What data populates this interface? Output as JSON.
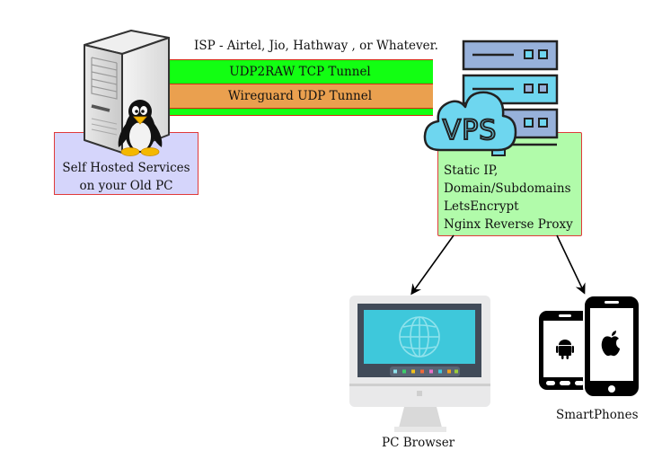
{
  "diagram": {
    "isp_label": "ISP - Airtel, Jio, Hathway , or Whatever.",
    "tunnels": [
      {
        "label": "UDP2RAW TCP Tunnel",
        "color": "#12ff12"
      },
      {
        "label": "Wireguard UDP Tunnel",
        "color": "#eaa04f"
      }
    ],
    "home_server": {
      "icon": "server-tower-with-linux-penguin",
      "caption_lines": [
        "Self Hosted Services",
        "on your Old PC"
      ],
      "box_color": "#d5d5fb"
    },
    "vps": {
      "cloud_label": "VPS",
      "icon": "server-rack",
      "features": [
        "Static IP,",
        "Domain/Subdomains",
        "LetsEncrypt",
        "Nginx Reverse Proxy"
      ],
      "box_color": "#b1fbaa"
    },
    "clients": [
      {
        "label": "PC Browser",
        "icon": "desktop-monitor-globe"
      },
      {
        "label": "SmartPhones",
        "icon": "android-and-iphone"
      }
    ],
    "border_color": "#e03a3a"
  }
}
